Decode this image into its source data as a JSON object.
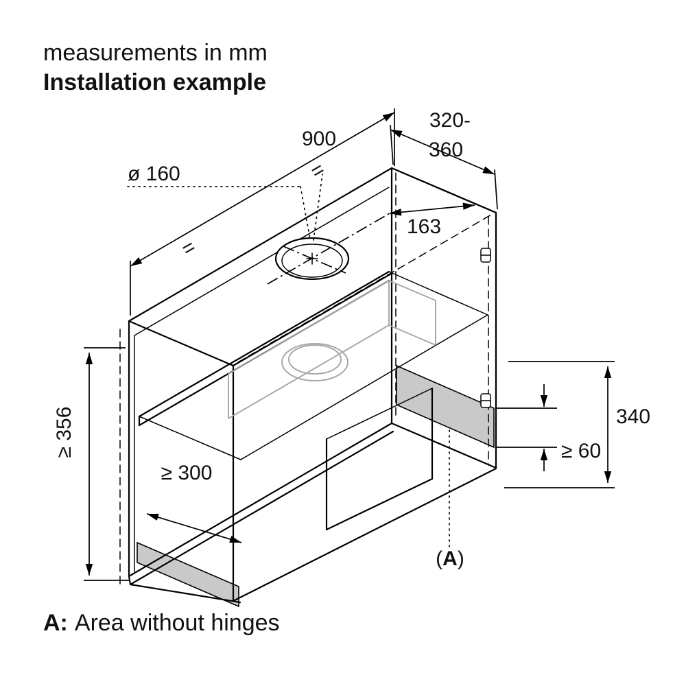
{
  "header": {
    "line1": "measurements in mm",
    "line2": "Installation example"
  },
  "footer": {
    "prefix": "A:",
    "text": "Area without hinges"
  },
  "dimensions": {
    "width": "900",
    "depth_line1": "320-",
    "depth_line2": "360",
    "hole_diameter": "ø 160",
    "hole_to_side": "163",
    "front_height_min": "≥ 356",
    "bottom_depth_min": "≥ 300",
    "hood_height": "340",
    "hinge_free_min": "≥ 60",
    "equal_mark": "="
  },
  "labels": {
    "area_open": "(",
    "area_letter": "A",
    "area_close": ")"
  },
  "colors": {
    "line": "#000000",
    "hood_line": "#a8a8a8",
    "area_fill": "#c9c9c9",
    "background": "#ffffff"
  }
}
